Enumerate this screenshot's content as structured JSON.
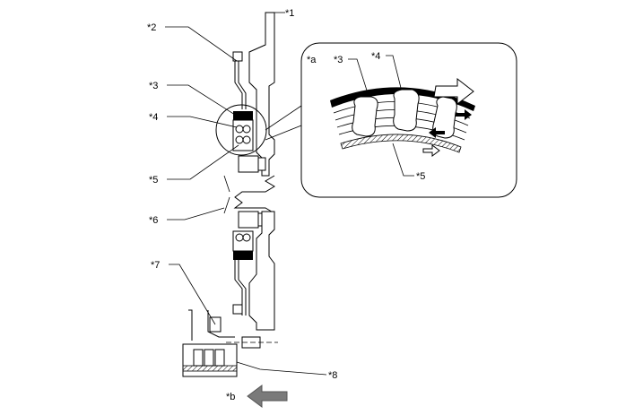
{
  "callouts": {
    "c1": "*1",
    "c2": "*2",
    "c3": "*3",
    "c4": "*4",
    "c5": "*5",
    "c6": "*6",
    "c7": "*7",
    "c8": "*8"
  },
  "detail": {
    "a": "*a",
    "c3": "*3",
    "c4": "*4",
    "c5": "*5"
  },
  "direction": {
    "b": "*b"
  }
}
